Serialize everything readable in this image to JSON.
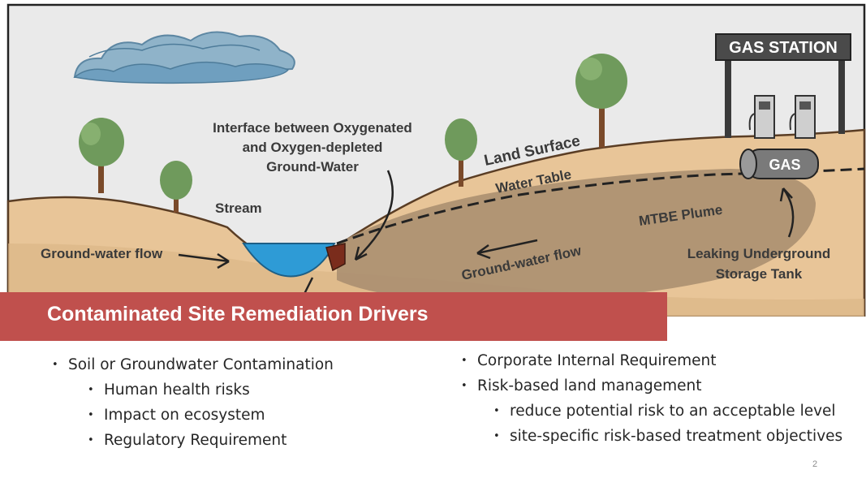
{
  "diagram": {
    "gas_station_sign": "GAS STATION",
    "tank_label": "GAS",
    "labels": {
      "interface_line1": "Interface between Oxygenated",
      "interface_line2": "and Oxygen-depleted",
      "interface_line3": "Ground-Water",
      "stream": "Stream",
      "land_surface": "Land Surface",
      "water_table": "Water Table",
      "mtbe_plume": "MTBE Plume",
      "gw_flow_left": "Ground-water flow",
      "gw_flow_right": "Ground-water flow",
      "leaking_line1": "Leaking Underground",
      "leaking_line2": "Storage Tank"
    }
  },
  "banner": {
    "title": "Contaminated Site Remediation Drivers"
  },
  "left_bullets": [
    {
      "text": "Soil or Groundwater Contamination",
      "level": 1
    },
    {
      "text": "Human health risks",
      "level": 2
    },
    {
      "text": "Impact on ecosystem",
      "level": 2
    },
    {
      "text": "Regulatory Requirement",
      "level": 2
    }
  ],
  "right_bullets": [
    {
      "text": "Corporate Internal Requirement",
      "level": 1
    },
    {
      "text": "Risk-based land management",
      "level": 1
    },
    {
      "text": "reduce potential risk to an acceptable level",
      "level": 2
    },
    {
      "text": "site-specific risk-based treatment objectives",
      "level": 2
    }
  ],
  "slide_number": "2",
  "colors": {
    "banner": "#c0504d",
    "sky": "#eaeaea",
    "soil": "#e8c598",
    "plume": "#ab8f70",
    "water": "#2e9bd6",
    "tree_green": "#6f9a5c"
  }
}
